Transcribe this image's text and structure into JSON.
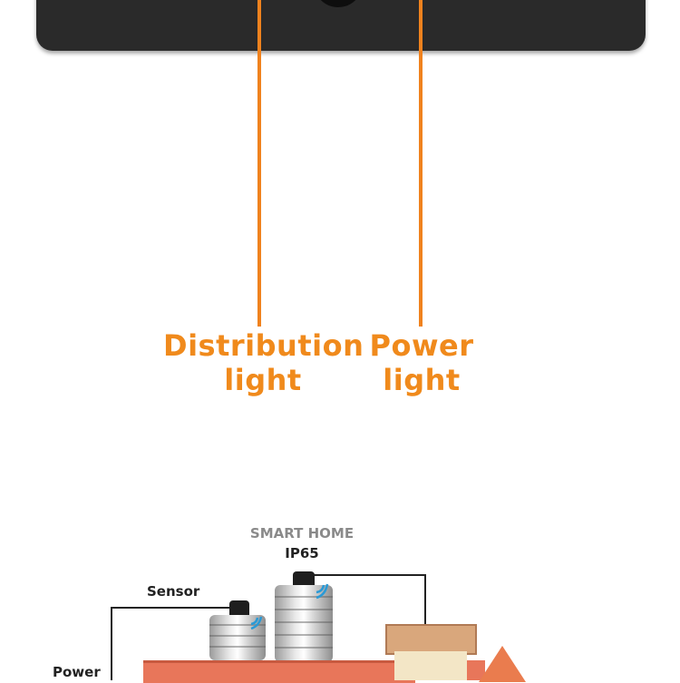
{
  "callouts": {
    "distribution": {
      "line1": "Distribution",
      "line2": "light"
    },
    "power": {
      "line1": "Power",
      "line2": "light"
    }
  },
  "scene": {
    "heading": "SMART HOME",
    "rating": "IP65",
    "sensor_label": "Sensor",
    "power_label": "Power"
  },
  "colors": {
    "accent": "#f08a1c",
    "device": "#2a2a2a",
    "signal": "#2a9ad6",
    "roof": "#e8765a"
  }
}
